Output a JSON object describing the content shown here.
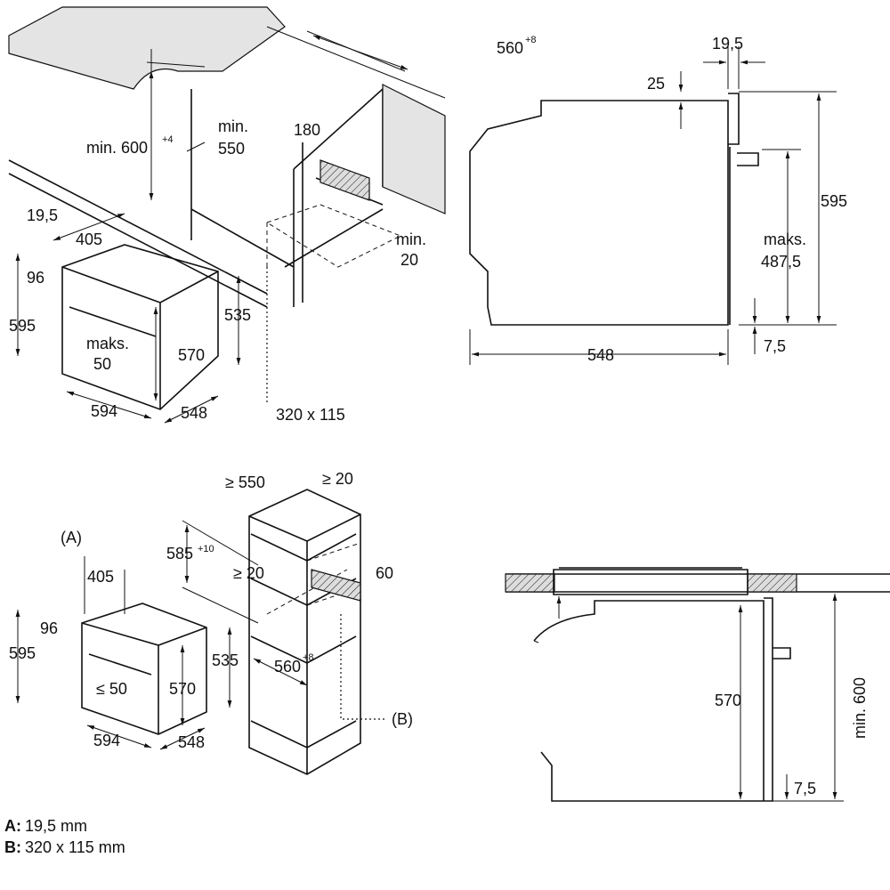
{
  "top_left": {
    "width_niche": "560",
    "width_niche_sup": "+8",
    "min_height": "min. 600",
    "min_height_sup": "+4",
    "depth_min_a": "min.",
    "depth_min_b": "550",
    "vent": "180",
    "a_dim": "19,5",
    "depth_405": "405",
    "d96": "96",
    "h595": "595",
    "h535": "535",
    "maks_a": "maks.",
    "maks_b": "50",
    "h570": "570",
    "w594": "594",
    "d548": "548",
    "gap_a": "min.",
    "gap_b": "20",
    "opening": "320 x 115"
  },
  "top_right": {
    "d19_5": "19,5",
    "d25": "25",
    "h595": "595",
    "maks_a": "maks.",
    "maks_b": "487,5",
    "d548": "548",
    "d7_5": "7,5"
  },
  "bottom_left": {
    "ge550": "≥ 550",
    "ge20_top": "≥ 20",
    "label_a": "(A)",
    "d405": "405",
    "h585": "585",
    "h585_sup": "+10",
    "ge20_mid": "≥ 20",
    "d60": "60",
    "d96": "96",
    "h595": "595",
    "h535": "535",
    "w560": "560",
    "w560_sup": "+8",
    "le50": "≤ 50",
    "h570": "570",
    "w594": "594",
    "d548": "548",
    "label_b": "(B)"
  },
  "bottom_right": {
    "h570": "570",
    "min600": "min. 600",
    "d7_5": "7,5"
  },
  "legend": [
    {
      "key": "A:",
      "value": "19,5 mm"
    },
    {
      "key": "B:",
      "value": "320 x 115 mm"
    }
  ]
}
